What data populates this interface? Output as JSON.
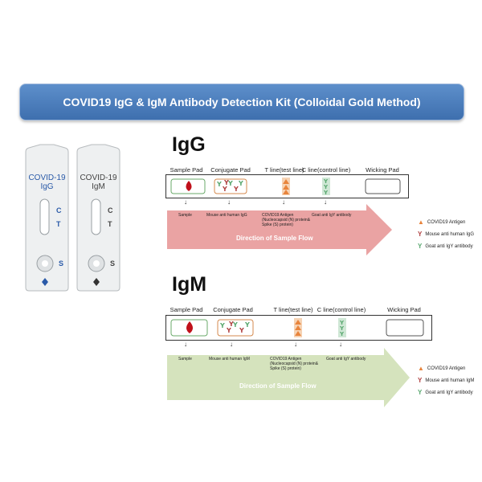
{
  "title": "COVID19 IgG & IgM Antibody Detection Kit (Colloidal Gold Method)",
  "cassettes": [
    {
      "name": "COVID-19",
      "sub": "IgG",
      "c": "C",
      "t": "T",
      "s": "S",
      "text_color": "#2a5aa8"
    },
    {
      "name": "COVID-19",
      "sub": "IgM",
      "c": "C",
      "t": "T",
      "s": "S",
      "text_color": "#444444"
    }
  ],
  "sections": [
    {
      "title": "IgG",
      "headers": [
        "Sample Pad",
        "Conjugate Pad",
        "T line(test line)",
        "C line(control line)",
        "Wicking Pad"
      ],
      "labels": {
        "sample": "Sample",
        "conjugate": "Mouse anti human IgG",
        "tline": [
          "COVID19 Antigen",
          "(Nucleocapsid (N) protein&",
          "Spike (S) protein)"
        ],
        "cline": "Goat anti IgY antibody"
      },
      "flow": "Direction of Sample Flow",
      "flow_color": "#eaa3a3",
      "legend": [
        "COVID19 Antigen",
        "Mouse anti human IgG",
        "Goat anti IgY antibody"
      ]
    },
    {
      "title": "IgM",
      "headers": [
        "Sample Pad",
        "Conjugate Pad",
        "T line(test line)",
        "C line(control line)",
        "Wicking Pad"
      ],
      "labels": {
        "sample": "Sample",
        "conjugate": "Mouse anti human IgM",
        "tline": [
          "COVID19 Antigen",
          "(Nucleocapsid (N) protein&",
          "Spike (S) protein)"
        ],
        "cline": "Goat anti IgY antibody"
      },
      "flow": "Direction of Sample Flow",
      "flow_color": "#d5e3bd",
      "legend": [
        "COVID19 Antigen",
        "Mouse anti human IgM",
        "Goat anti IgY antibody"
      ]
    }
  ],
  "colors": {
    "banner": "#4a7cbb",
    "antigen": "#e8843c",
    "mouse_antibody": "#b04040",
    "goat_antibody": "#5aa870",
    "sample_drop": "#c0101a"
  }
}
